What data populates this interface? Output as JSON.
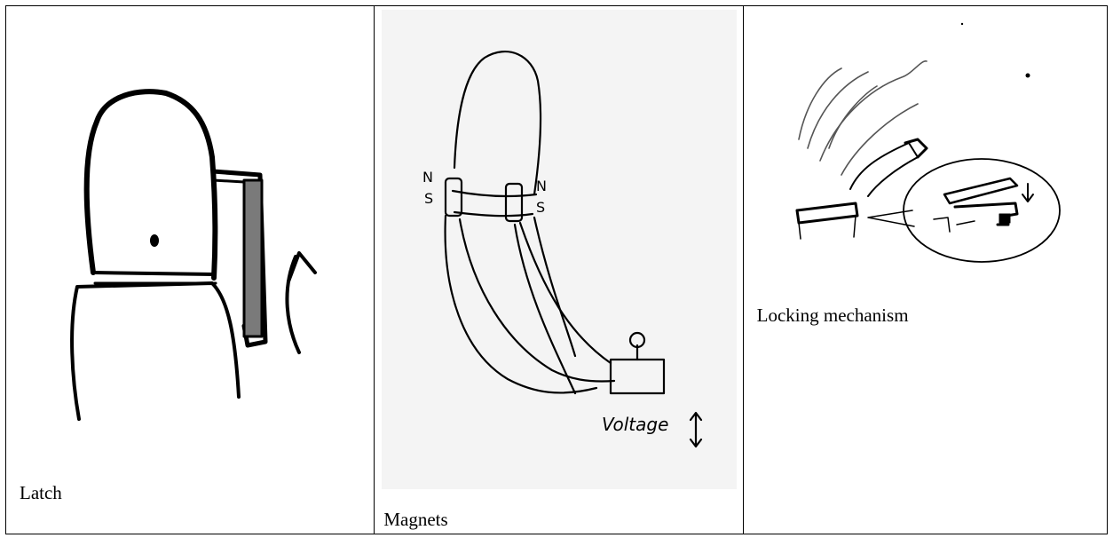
{
  "panels": [
    {
      "caption": "Latch",
      "sketch_icon": "finger-latch-sketch"
    },
    {
      "caption": "Magnets",
      "sketch_icon": "finger-magnet-sketch",
      "annotations": {
        "north_left": "N",
        "south_left": "S",
        "north_right": "N",
        "south_right": "S",
        "voltage": "Voltage"
      }
    },
    {
      "caption": "Locking mechanism",
      "sketch_icon": "finger-lock-sketch"
    }
  ]
}
